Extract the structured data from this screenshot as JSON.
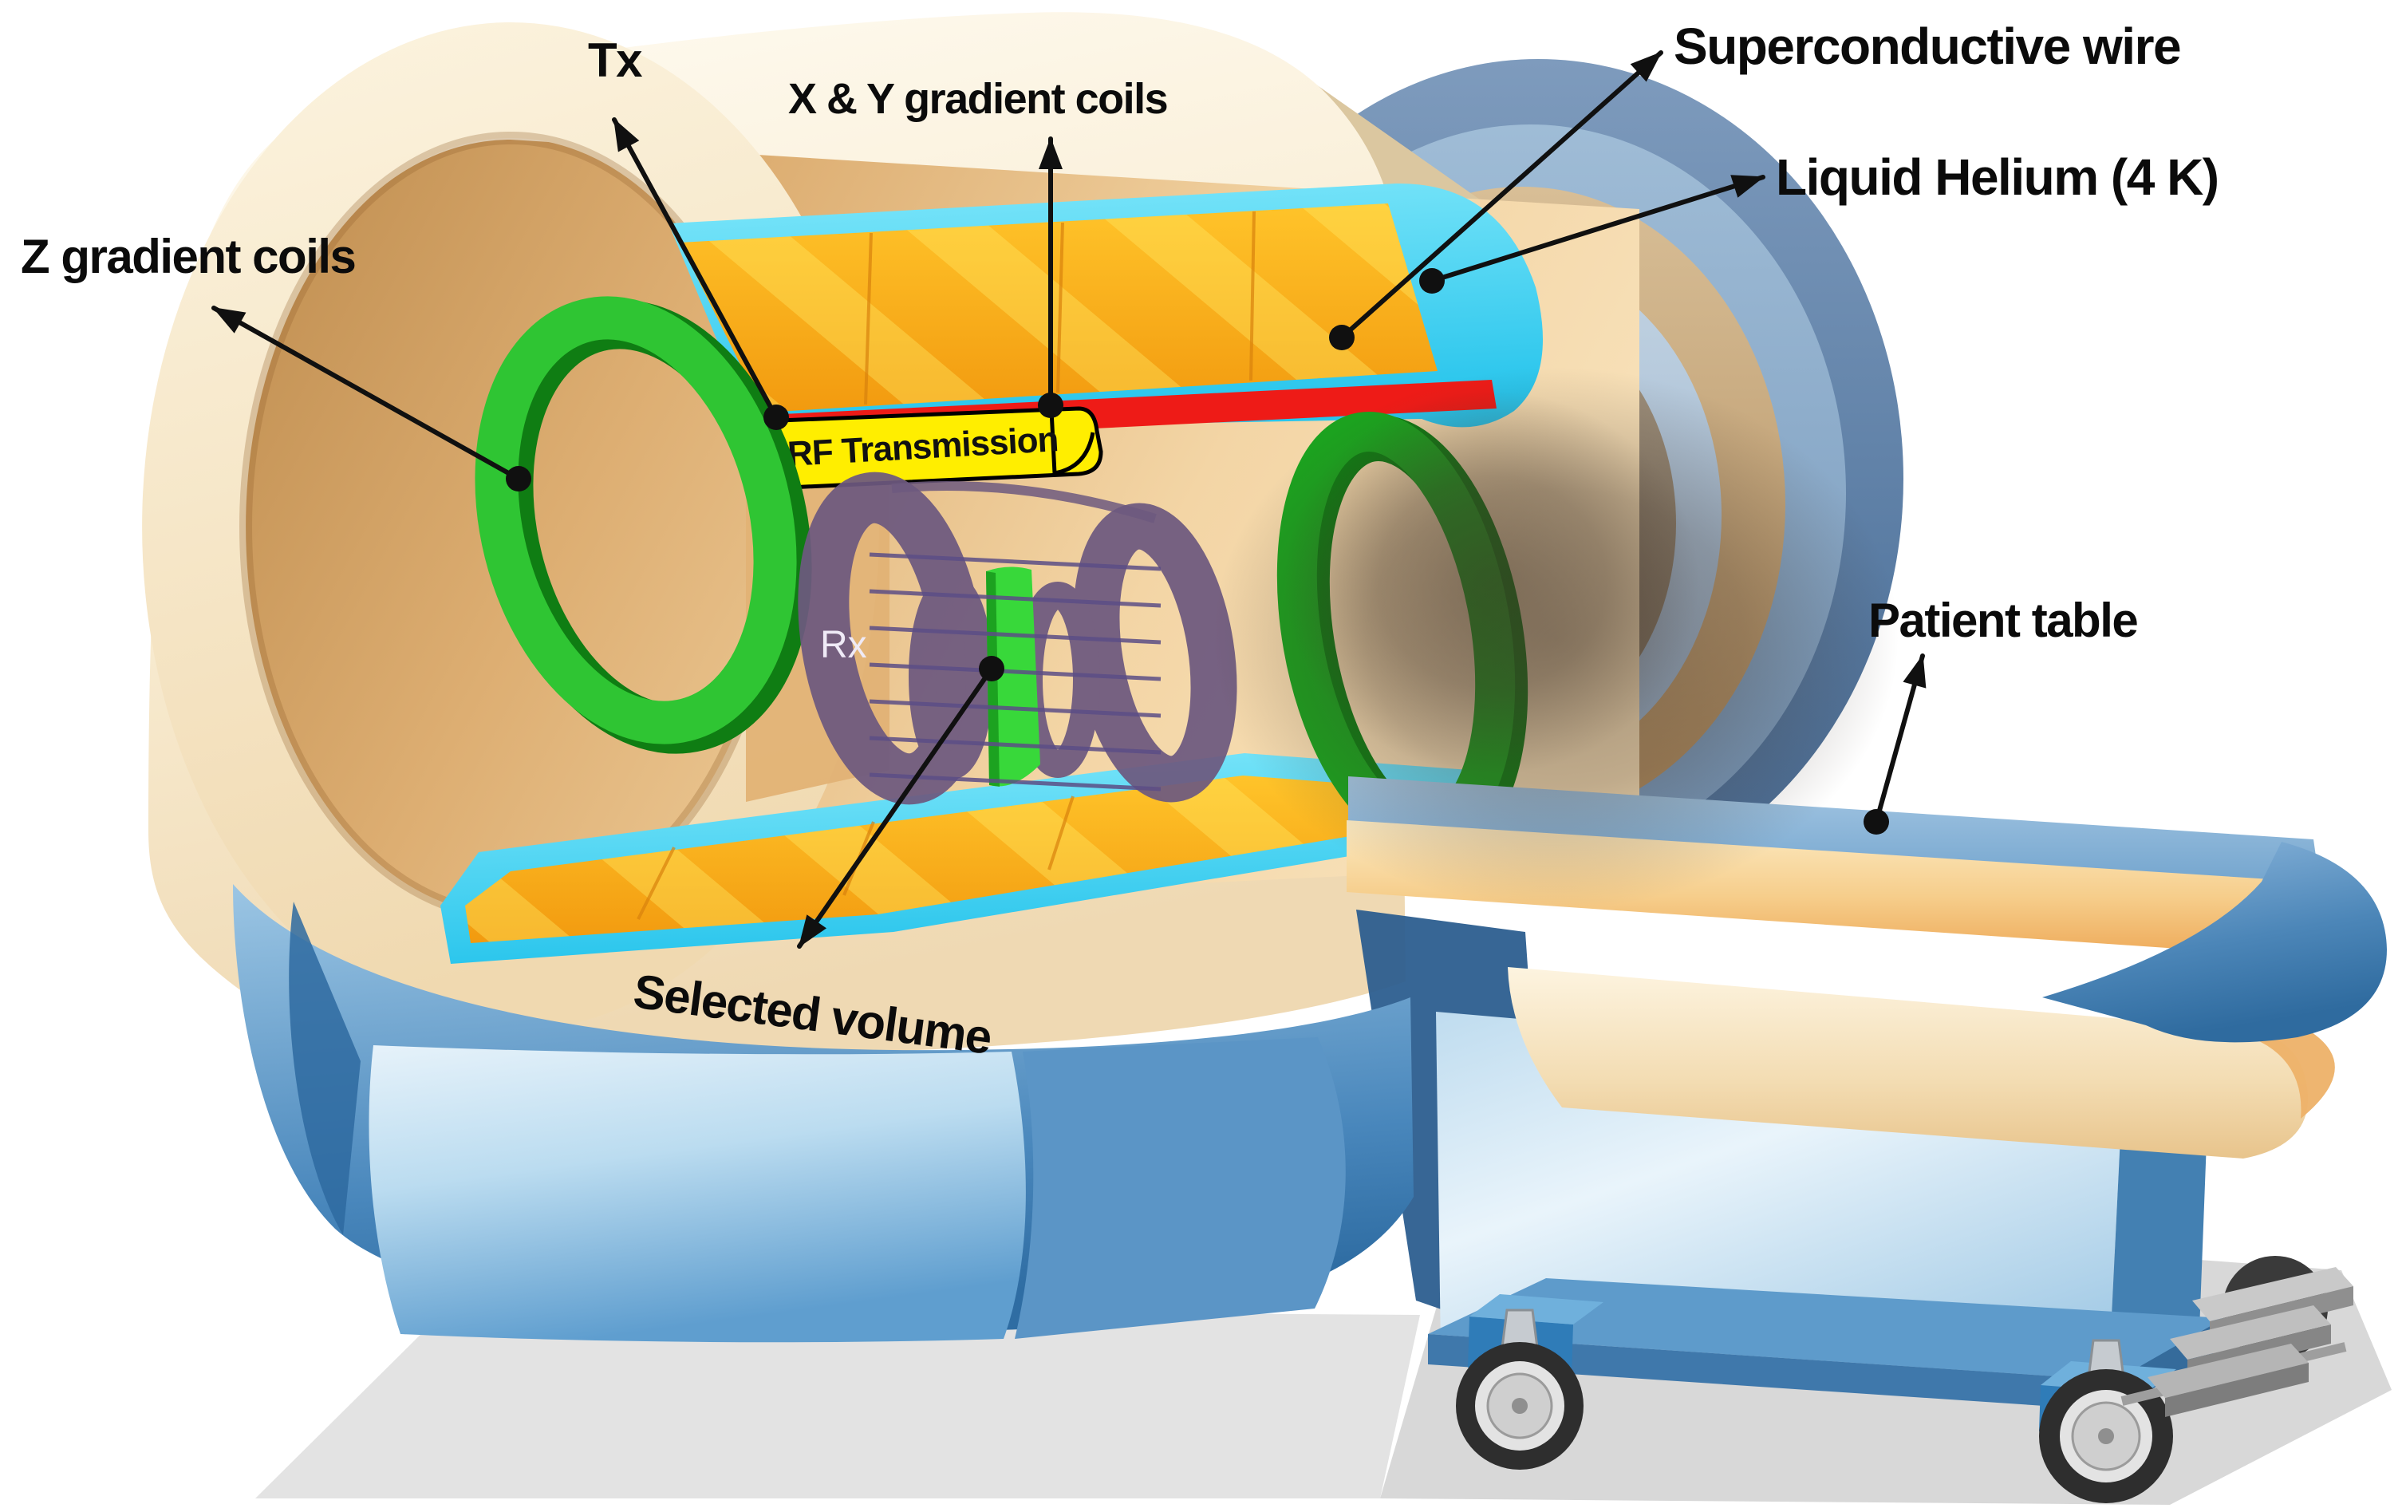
{
  "figure": {
    "type": "diagram",
    "subject": "Cutaway illustration of an MRI scanner with labeled components and patient table"
  },
  "labels": {
    "tx": "Tx",
    "xy_gradient_coils": "X & Y gradient coils",
    "superconductive_wire": "Superconductive wire",
    "liquid_helium": "Liquid Helium (4 K)",
    "z_gradient_coils": "Z gradient coils",
    "rf_transmission": "RF Transmission",
    "rx": "Rx",
    "selected_volume": "Selected volume",
    "patient_table": "Patient table"
  },
  "colors": {
    "label_text": "#0B0B0B",
    "leader_line": "#101010",
    "cream_housing": "#F6E7C8",
    "bore_tan": "#E3B97F",
    "coil_orange": "#F5A018",
    "coil_orange_light": "#FFCB30",
    "helium_cyan": "#3BD4F2",
    "gradient_red": "#EE1B17",
    "rf_yellow": "#FFEE00",
    "z_green": "#1CA21F",
    "z_green_bright": "#2FC533",
    "z_green_dark": "#0F7D13",
    "rx_purple": "#6D597F",
    "coil_line_purple": "#5C4E86",
    "volume_green": "#38D83A",
    "volume_green_dark": "#17991C",
    "torus_blue": "#5E81A8",
    "torus_tan": "#C9AC7F",
    "table_blue": "#7FADD4",
    "mattress_cream": "#F7DCA8",
    "cabinet_blue": "#BCD9ED",
    "base_blue": "#2F75AD",
    "wheel_dark": "#2E2E2E",
    "steel_gray": "#9C9C9C",
    "floor_gray": "#DEDEDE"
  }
}
